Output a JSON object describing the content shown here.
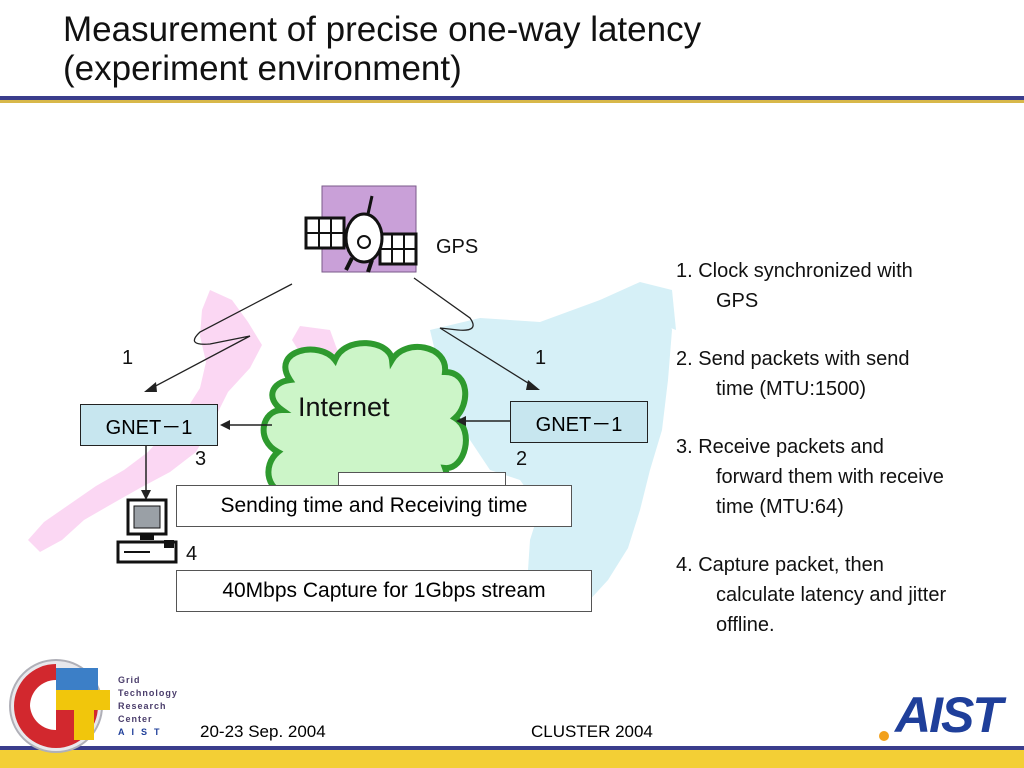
{
  "slide": {
    "title_line1": "Measurement of precise one-way latency",
    "title_line2": "(experiment environment)"
  },
  "diagram": {
    "gps_label": "GPS",
    "internet_label": "Internet",
    "node_left": "GNET－1",
    "node_right": "GNET－1",
    "num_left_top": "1",
    "num_right_top": "1",
    "num_right_bottom": "2",
    "num_left_bottom": "3",
    "num_pc": "4",
    "callout_times": "Sending time and Receiving time",
    "callout_capture": "40Mbps Capture for 1Gbps stream"
  },
  "steps": [
    {
      "first": "1. Clock synchronized with",
      "rest": "GPS"
    },
    {
      "first": "2. Send packets with send",
      "rest": "time (MTU:1500)"
    },
    {
      "first": "3. Receive packets and",
      "rest": "forward them with receive time (MTU:64)"
    },
    {
      "first": "4. Capture packet, then",
      "rest": "calculate latency and jitter offline."
    }
  ],
  "footer": {
    "date": "20-23 Sep. 2004",
    "conference": "CLUSTER 2004",
    "gtrc_lines": [
      "Grid",
      "Technology",
      "Research",
      "Center",
      "AIST"
    ],
    "aist_logo": "AIST"
  },
  "colors": {
    "rule_dark": "#3a3d8c",
    "rule_gold": "#d8b84a",
    "node_fill": "#c7e6ef",
    "cloud_fill": "#ccf5c8",
    "cloud_stroke": "#2e9a2e",
    "japan_fill": "#fbd7f3",
    "na_fill": "#d6f0f7"
  }
}
